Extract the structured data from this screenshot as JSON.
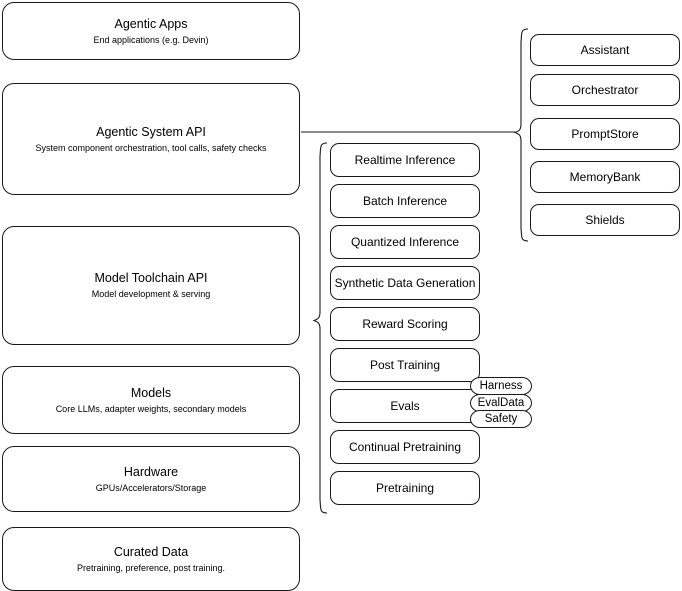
{
  "diagram": {
    "title": "LLM Stack Architecture",
    "stroke_color": "#1a1a1a",
    "text_color": "#000000",
    "background_color": "#ffffff"
  },
  "layers": [
    {
      "name": "agentic-apps",
      "title": "Agentic Apps",
      "subtitle": "End applications (e.g. Devin)"
    },
    {
      "name": "agentic-system-api",
      "title": "Agentic System API",
      "subtitle": "System component orchestration, tool calls, safety checks"
    },
    {
      "name": "model-toolchain-api",
      "title": "Model Toolchain API",
      "subtitle": "Model development & serving"
    },
    {
      "name": "models",
      "title": "Models",
      "subtitle": "Core LLMs, adapter weights, secondary models"
    },
    {
      "name": "hardware",
      "title": "Hardware",
      "subtitle": "GPUs/Accelerators/Storage"
    },
    {
      "name": "curated-data",
      "title": "Curated Data",
      "subtitle": "Pretraining, preference, post training."
    }
  ],
  "toolchain_items": [
    {
      "name": "realtime-inference",
      "label": "Realtime Inference"
    },
    {
      "name": "batch-inference",
      "label": "Batch Inference"
    },
    {
      "name": "quantized-inference",
      "label": "Quantized Inference"
    },
    {
      "name": "synthetic-data-generation",
      "label": "Synthetic Data Generation"
    },
    {
      "name": "reward-scoring",
      "label": "Reward Scoring"
    },
    {
      "name": "post-training",
      "label": "Post Training"
    },
    {
      "name": "evals",
      "label": "Evals"
    },
    {
      "name": "continual-pretraining",
      "label": "Continual Pretraining"
    },
    {
      "name": "pretraining",
      "label": "Pretraining"
    }
  ],
  "eval_pills": [
    {
      "name": "harness",
      "label": "Harness"
    },
    {
      "name": "evaldata",
      "label": "EvalData"
    },
    {
      "name": "safety",
      "label": "Safety"
    }
  ],
  "system_components": [
    {
      "name": "assistant",
      "label": "Assistant"
    },
    {
      "name": "orchestrator",
      "label": "Orchestrator"
    },
    {
      "name": "promptstore",
      "label": "PromptStore"
    },
    {
      "name": "memorybank",
      "label": "MemoryBank"
    },
    {
      "name": "shields",
      "label": "Shields"
    }
  ]
}
